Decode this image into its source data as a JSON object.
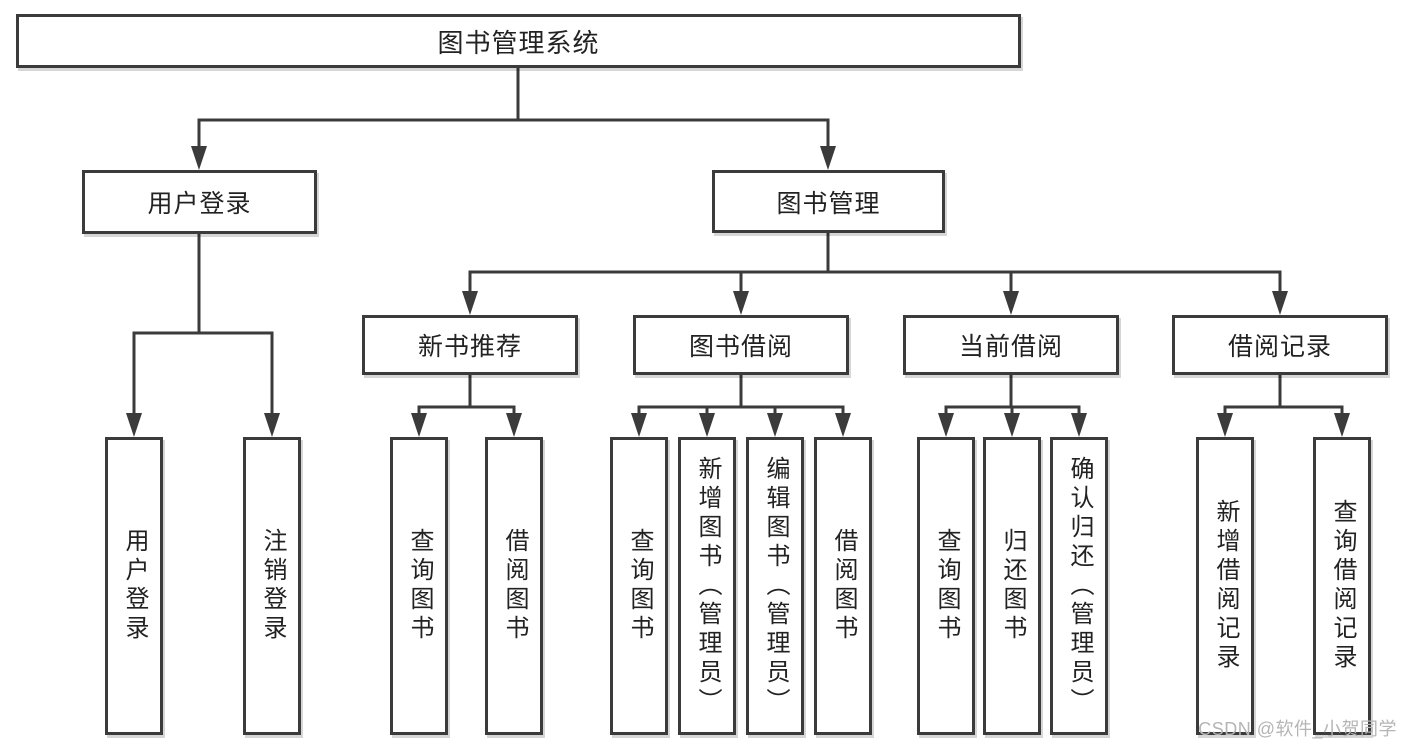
{
  "colors": {
    "line": "#3b3b3b",
    "box_border": "#3b3b3b",
    "box_fill": "#ffffff",
    "text": "#222222",
    "watermark": "#b5b5b5",
    "background": "#ffffff"
  },
  "watermark": {
    "text": "CSDN @软件_小贺同学"
  },
  "tree": {
    "root": {
      "label": "图书管理系统"
    },
    "branches": [
      {
        "label": "用户登录",
        "children": [
          {
            "label": "用户登录"
          },
          {
            "label": "注销登录"
          }
        ]
      },
      {
        "label": "图书管理",
        "children": [
          {
            "label": "新书推荐",
            "children": [
              {
                "label": "查询图书"
              },
              {
                "label": "借阅图书"
              }
            ]
          },
          {
            "label": "图书借阅",
            "children": [
              {
                "label": "查询图书"
              },
              {
                "label": "新增图书（管理员）"
              },
              {
                "label": "编辑图书（管理员）"
              },
              {
                "label": "借阅图书"
              }
            ]
          },
          {
            "label": "当前借阅",
            "children": [
              {
                "label": "查询图书"
              },
              {
                "label": "归还图书"
              },
              {
                "label": "确认归还（管理员）"
              }
            ]
          },
          {
            "label": "借阅记录",
            "children": [
              {
                "label": "新增借阅记录"
              },
              {
                "label": "查询借阅记录"
              }
            ]
          }
        ]
      }
    ]
  }
}
